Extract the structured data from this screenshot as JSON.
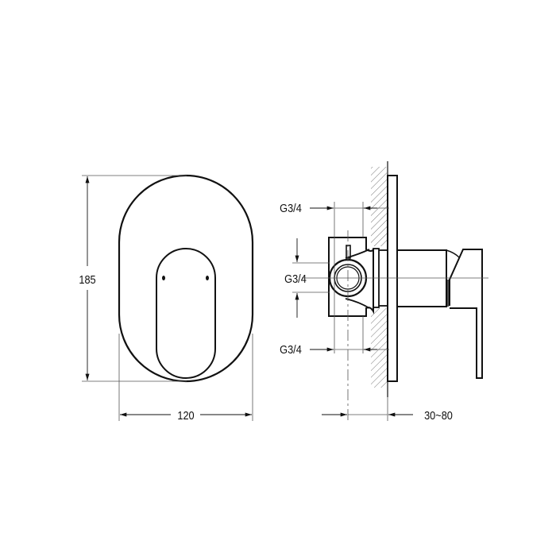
{
  "drawing": {
    "front_view": {
      "height_dim": "185",
      "width_dim": "120"
    },
    "side_view": {
      "inlet_top_label": "G3/4",
      "outlet_middle_label": "G3/4",
      "inlet_bottom_label": "G3/4",
      "depth_dim": "30~80"
    },
    "colors": {
      "line": "#111111",
      "thin": "#555555",
      "background": "#ffffff"
    }
  }
}
